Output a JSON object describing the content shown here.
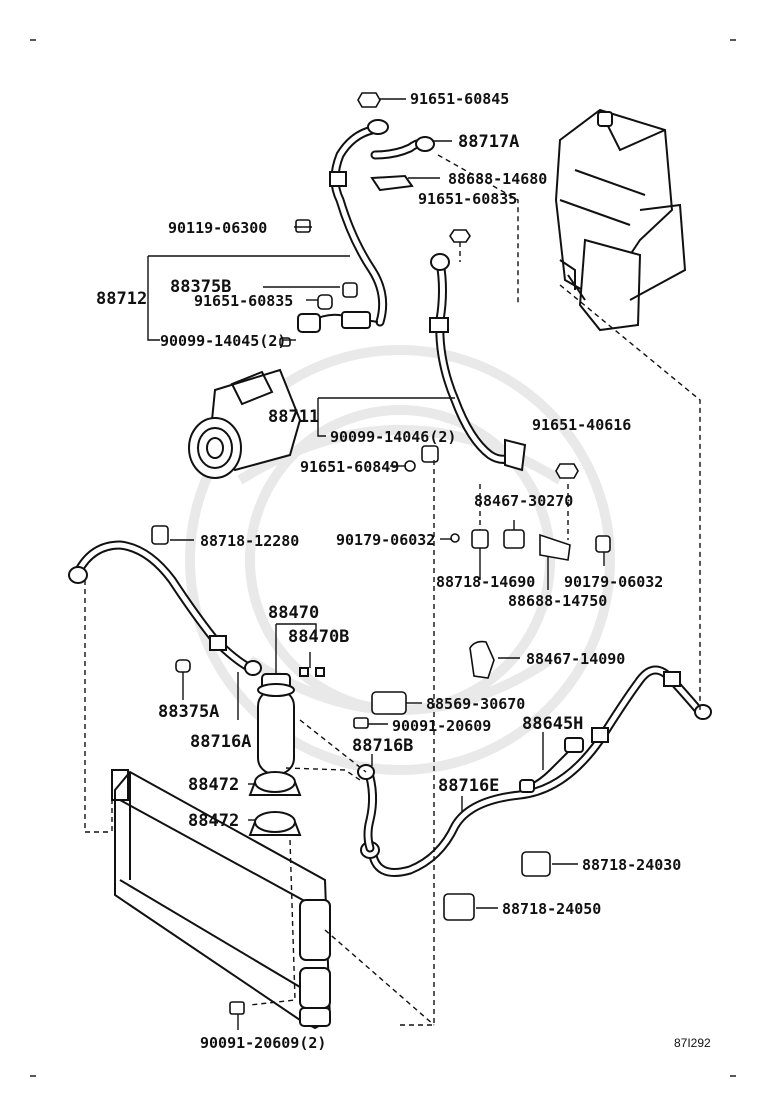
{
  "labels": {
    "p91651_60845": "91651-60845",
    "p88717A": "88717A",
    "p88688_14680": "88688-14680",
    "p91651_60835_top": "91651-60835",
    "p90119_06300": "90119-06300",
    "p88375B": "88375B",
    "p88712": "88712",
    "p91651_60835": "91651-60835",
    "p90099_14045": "90099-14045(2)",
    "p88711": "88711",
    "p90099_14046": "90099-14046(2)",
    "p91651_60849": "91651-60849",
    "p91651_40616": "91651-40616",
    "p88467_30270": "88467-30270",
    "p88718_12280": "88718-12280",
    "p90179_06032_left": "90179-06032",
    "p88718_14690": "88718-14690",
    "p90179_06032_right": "90179-06032",
    "p88688_14750": "88688-14750",
    "p88470": "88470",
    "p88470B": "88470B",
    "p88467_14090": "88467-14090",
    "p88375A": "88375A",
    "p88569_30670": "88569-30670",
    "p88716A": "88716A",
    "p90091_20609": "90091-20609",
    "p88645H": "88645H",
    "p88716B": "88716B",
    "p88472_top": "88472",
    "p88716E": "88716E",
    "p88472_bottom": "88472",
    "p88718_24030": "88718-24030",
    "p88718_24050": "88718-24050",
    "p90091_20609_2": "90091-20609(2)",
    "figure_code": "87I292"
  }
}
